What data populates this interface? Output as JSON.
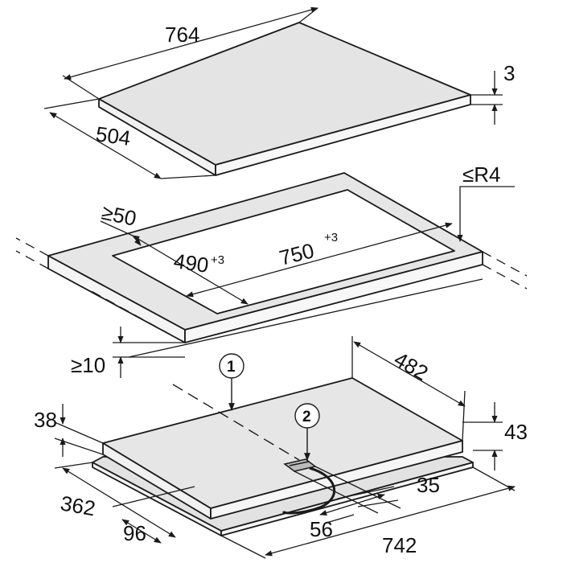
{
  "colors": {
    "line": "#1a1a1a",
    "panel_fill": "#e6e6e6",
    "panel_top": "#dcdcdc",
    "side_fill": "#f4f4f4",
    "background": "#ffffff"
  },
  "glass_top": {
    "width": "764",
    "depth": "504",
    "thickness": "3"
  },
  "cutout": {
    "corner_radius": "≤R4",
    "min_front_edge": "≥50",
    "depth": "490",
    "depth_tolerance": "+3",
    "width": "750",
    "width_tolerance": "+3",
    "min_rear_edge": "≥10"
  },
  "base_unit": {
    "depth": "482",
    "height_left": "38",
    "height_right": "43",
    "depth_front": "362",
    "offset_front": "96",
    "connection_width": "56",
    "connection_offset": "35",
    "width": "742"
  },
  "callouts": [
    {
      "label": "1"
    },
    {
      "label": "2"
    }
  ]
}
